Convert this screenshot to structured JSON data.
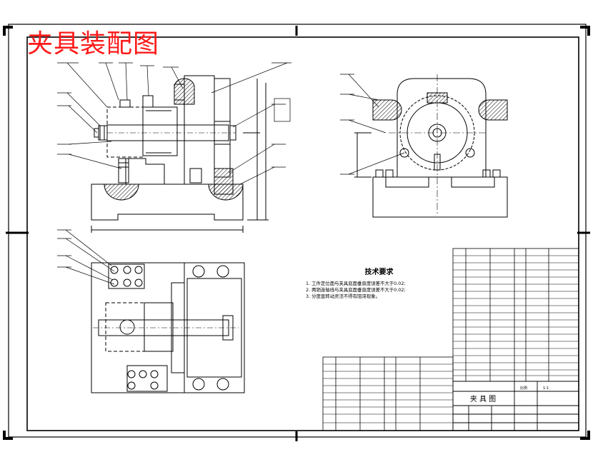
{
  "drawing": {
    "title": "夹具装配图",
    "tech_requirements": {
      "heading": "技术要求",
      "items": [
        "1. 工件定位面与夹具底面垂直度误差不大于0.02;",
        "2. 两销连轴线与夹具底面垂直度误差不大于0.02;",
        "3. 分度盘转动灵活不得有阻滞现象。"
      ]
    },
    "title_block": {
      "name": "夹 具 图",
      "scale_label": "比例",
      "scale_value": "1:1"
    },
    "colors": {
      "title": "#ff1a1a",
      "line": "#000000",
      "frame": "#222222"
    }
  }
}
